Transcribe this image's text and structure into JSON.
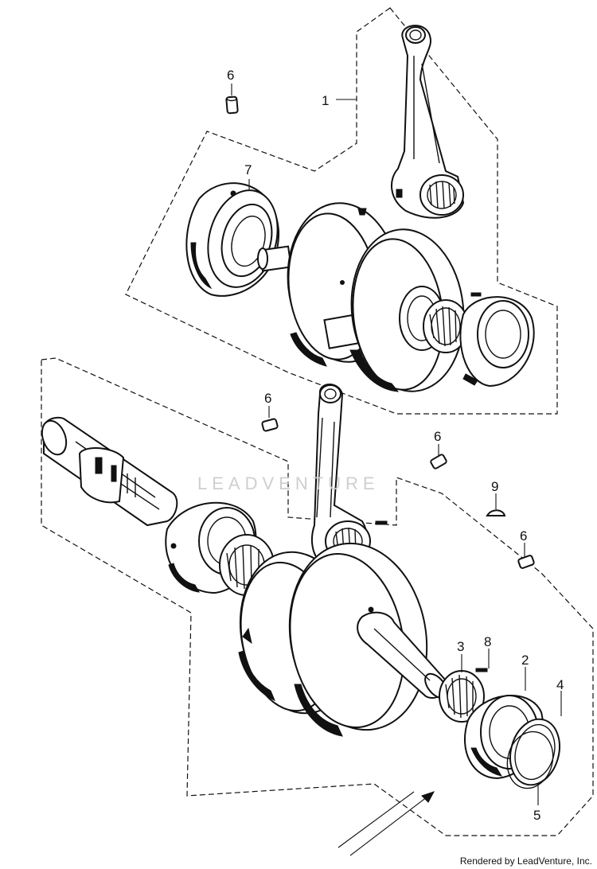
{
  "callouts": {
    "c1": "1",
    "c2": "2",
    "c3": "3",
    "c4": "4",
    "c5": "5",
    "c6a": "6",
    "c6b": "6",
    "c6c": "6",
    "c6d": "6",
    "c7": "7",
    "c8": "8",
    "c9": "9"
  },
  "watermark": "LEADVENTURE",
  "credit": "Rendered by LeadVenture, Inc.",
  "parts": {
    "p1": "connecting-rod",
    "p2": "bearing",
    "p3": "needle-bearing",
    "p4": "snap-ring",
    "p5": "circlip",
    "p6": "dowel-pin",
    "p7": "ball-bearing",
    "p8": "pin",
    "p9": "woodruff-key"
  }
}
